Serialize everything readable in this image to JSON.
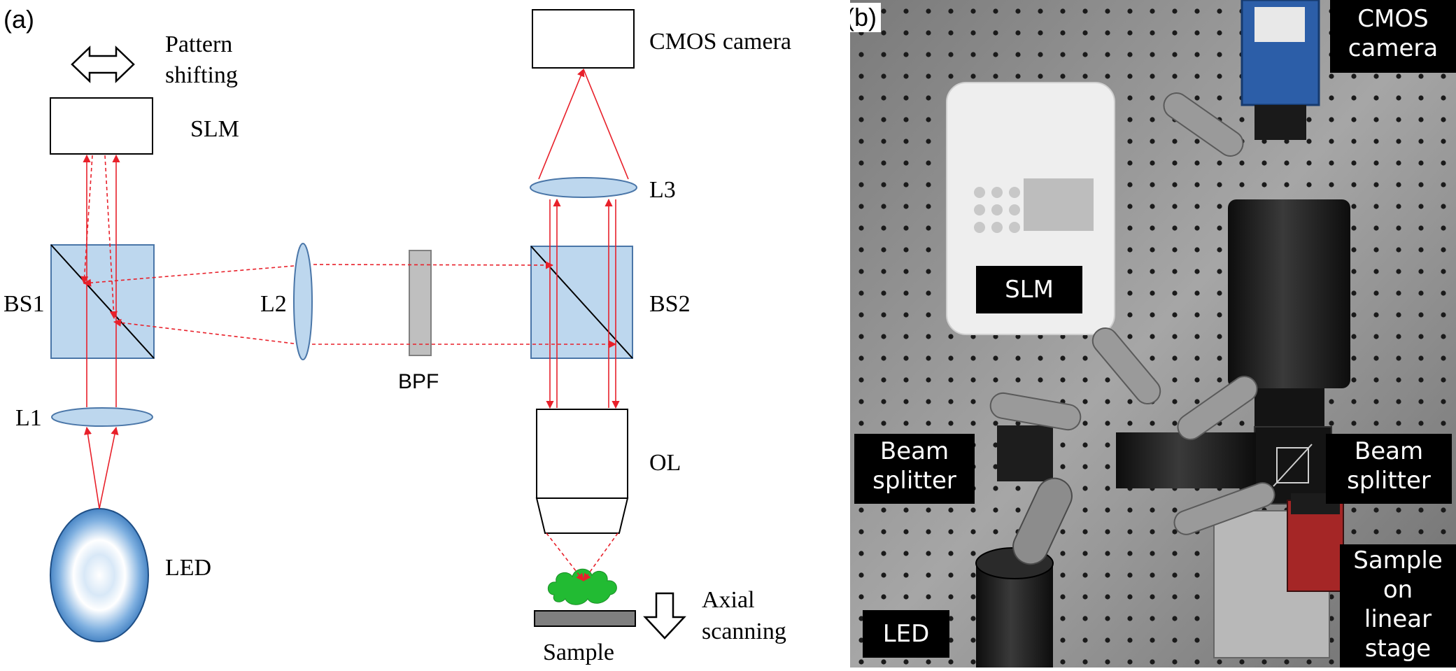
{
  "panel_a": {
    "tag": "(a)",
    "pattern_shifting": [
      "Pattern",
      "shifting"
    ],
    "slm": "SLM",
    "bs1": "BS1",
    "l1": "L1",
    "led": "LED",
    "l2": "L2",
    "bpf": "BPF",
    "cmos": "CMOS camera",
    "l3": "L3",
    "bs2": "BS2",
    "ol": "OL",
    "sample": "Sample",
    "axial_scanning": [
      "Axial",
      "scanning"
    ]
  },
  "panel_b": {
    "tag": "(b)",
    "cmos_camera": [
      "CMOS",
      "camera"
    ],
    "slm": "SLM",
    "beam_splitter_left": [
      "Beam",
      "splitter"
    ],
    "beam_splitter_right": [
      "Beam",
      "splitter"
    ],
    "sample_on_stage": [
      "Sample",
      "on",
      "linear",
      "stage"
    ],
    "led": "LED"
  },
  "colors": {
    "ray": "#e8202a",
    "optic_fill": "#bdd7ee",
    "optic_stroke": "#4a76a8",
    "sample": "#22bb33",
    "bpf": "#bfbfbf"
  }
}
